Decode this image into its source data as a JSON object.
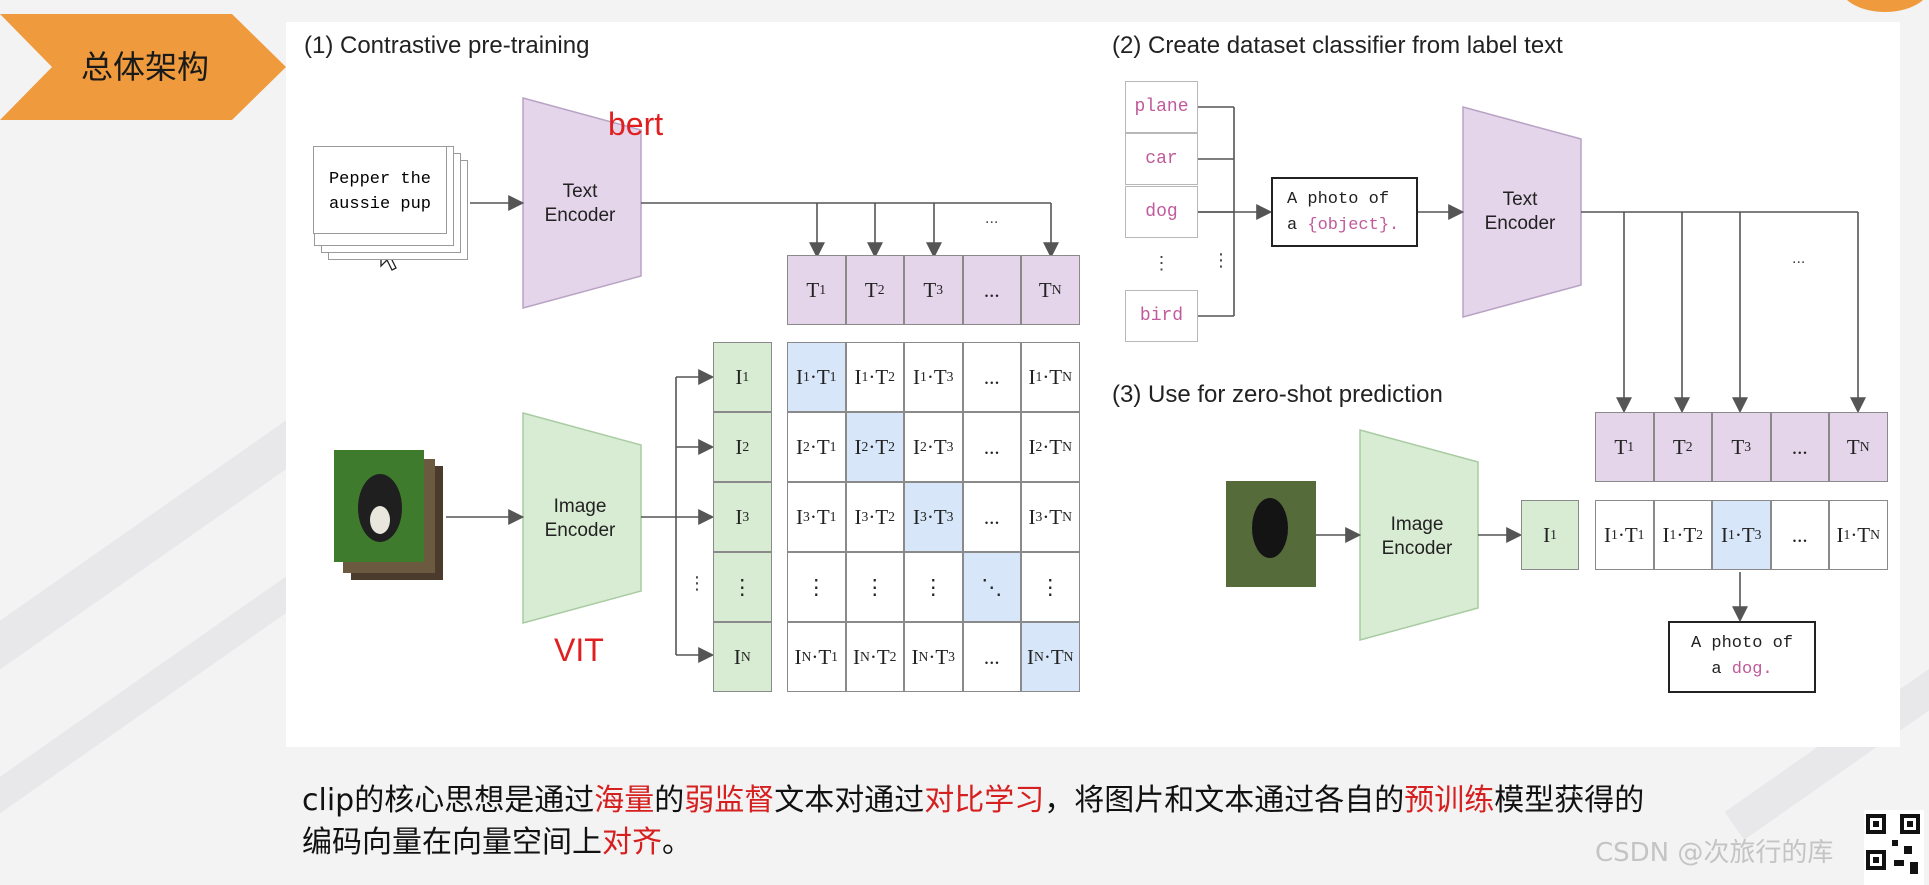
{
  "section_tag": {
    "label": "总体架构",
    "color": "#ef9a3c"
  },
  "panel1": {
    "heading": "(1) Contrastive pre-training",
    "input_text": [
      "Pepper the",
      "aussie pup"
    ],
    "text_encoder": [
      "Text",
      "Encoder"
    ],
    "image_encoder": [
      "Image",
      "Encoder"
    ],
    "note_text_model": "bert",
    "note_image_model": "VIT",
    "ellipsis": "...",
    "t_labels": [
      "T1",
      "T2",
      "T3",
      "...",
      "TN"
    ],
    "i_labels": [
      "I1",
      "I2",
      "I3",
      "⋮",
      "IN"
    ],
    "matrix": [
      [
        "I1·T1",
        "I1·T2",
        "I1·T3",
        "...",
        "I1·TN"
      ],
      [
        "I2·T1",
        "I2·T2",
        "I2·T3",
        "...",
        "I2·TN"
      ],
      [
        "I3·T1",
        "I3·T2",
        "I3·T3",
        "...",
        "I3·TN"
      ],
      [
        "⋮",
        "⋮",
        "⋮",
        "⋱",
        "⋮"
      ],
      [
        "IN·T1",
        "IN·T2",
        "IN·T3",
        "...",
        "IN·TN"
      ]
    ]
  },
  "panel2": {
    "heading": "(2) Create dataset classifier from label text",
    "labels": [
      "plane",
      "car",
      "dog",
      "⋮",
      "bird"
    ],
    "template": [
      "A photo of",
      "a {object}."
    ],
    "text_encoder": [
      "Text",
      "Encoder"
    ],
    "ellipsis": "..."
  },
  "panel3": {
    "heading": "(3) Use for zero-shot prediction",
    "image_encoder": [
      "Image",
      "Encoder"
    ],
    "i_label": "I1",
    "t_labels": [
      "T1",
      "T2",
      "T3",
      "...",
      "TN"
    ],
    "scores": [
      "I1·T1",
      "I1·T2",
      "I1·T3",
      "...",
      "I1·TN"
    ],
    "result": [
      "A photo of",
      "a dog."
    ]
  },
  "caption": {
    "line1": [
      {
        "t": "clip的核心思想是通过",
        "hl": false
      },
      {
        "t": "海量",
        "hl": true
      },
      {
        "t": "的",
        "hl": false
      },
      {
        "t": "弱监督",
        "hl": true
      },
      {
        "t": "文本对通过",
        "hl": false
      },
      {
        "t": "对比学习",
        "hl": true
      },
      {
        "t": "，将图片和文本通过各自的",
        "hl": false
      },
      {
        "t": "预训练",
        "hl": true
      },
      {
        "t": "模型获得的",
        "hl": false
      }
    ],
    "line2": [
      {
        "t": "编码向量在向量空间上",
        "hl": false
      },
      {
        "t": "对齐",
        "hl": true
      },
      {
        "t": "。",
        "hl": false
      }
    ]
  },
  "watermark": "CSDN @次旅行的库",
  "colors": {
    "text_encoder": "#e4d5ea",
    "image_encoder": "#d7ecd2",
    "highlight": "#d7e6f8",
    "accent_red": "#d62020"
  }
}
